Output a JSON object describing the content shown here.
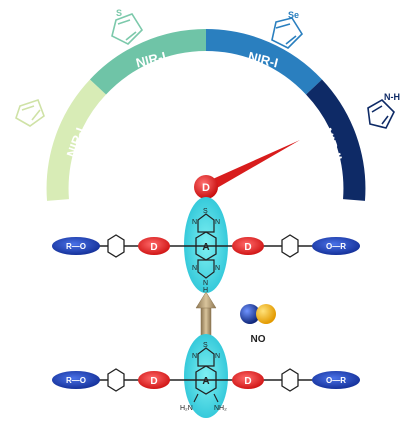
{
  "gauge": {
    "segments": [
      {
        "label": "NIR-I",
        "color": "#d8ecb6",
        "text_color": "#ffffff"
      },
      {
        "label": "NIR-I",
        "color": "#6fc4a7",
        "text_color": "#ffffff"
      },
      {
        "label": "NIR-I",
        "color": "#2a7fbf",
        "text_color": "#ffffff"
      },
      {
        "label": "NIR-II",
        "color": "#0e2a66",
        "text_color": "#ffffff"
      }
    ],
    "icons": [
      "furan-icon",
      "thiophene-icon",
      "selenophene-icon",
      "pyrrole-icon"
    ],
    "heteroatoms": {
      "thiophene": "S",
      "selenophene": "Se",
      "pyrrole": "N-H"
    },
    "pointer_label": "D",
    "pointer_color": "#e01b1b"
  },
  "molecule_top": {
    "terminal_label": "R—O",
    "terminal_right": "O—R",
    "donor": "D",
    "acceptor": "A",
    "thiadiazole": {
      "N1": "N",
      "S": "S",
      "N2": "N"
    },
    "triazole": {
      "N1": "N",
      "N2": "N",
      "NH": "N",
      "H": "H"
    }
  },
  "arrow": {
    "color": "#a8926a"
  },
  "no_molecule": {
    "label": "NO",
    "n_color": "#1d3f9a",
    "o_color": "#f2a915"
  },
  "molecule_bottom": {
    "terminal_label": "R—O",
    "terminal_right": "O—R",
    "donor": "D",
    "acceptor": "A",
    "thiadiazole": {
      "N1": "N",
      "S": "S",
      "N2": "N"
    },
    "amine_left": "H₂N",
    "amine_right": "NH₂"
  }
}
